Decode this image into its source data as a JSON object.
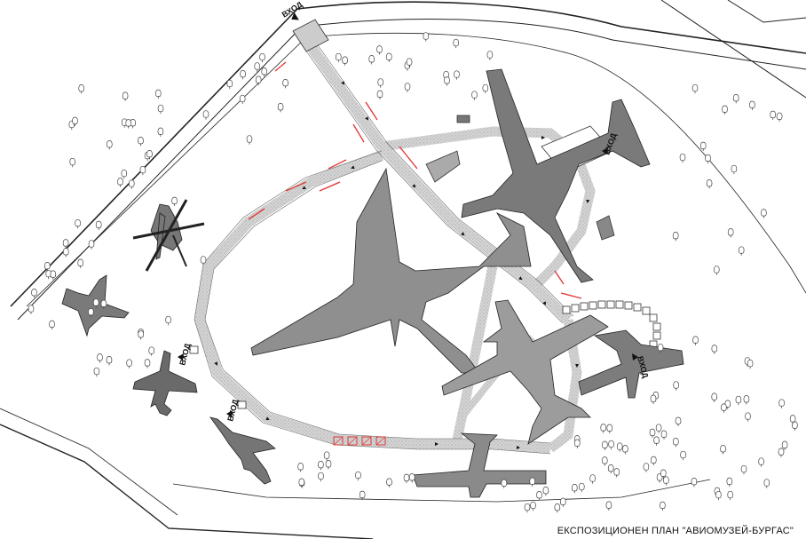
{
  "map": {
    "caption": "ЕКСПОЗИЦИОНЕН ПЛАН \"АВИОМУЗЕЙ-БУРГАС\"",
    "entrances": [
      {
        "label": "ВХОД"
      },
      {
        "label": "ВХОД"
      },
      {
        "label": "ВХОД"
      },
      {
        "label": "ВХОД"
      },
      {
        "label": "ВХОД"
      }
    ],
    "colors": {
      "aircraft_dark": "#6e6e6e",
      "aircraft_light": "#9a9a9a",
      "path": "#cfcfcf",
      "tree": "#ffffff",
      "accent_red": "#e23b3b"
    }
  }
}
